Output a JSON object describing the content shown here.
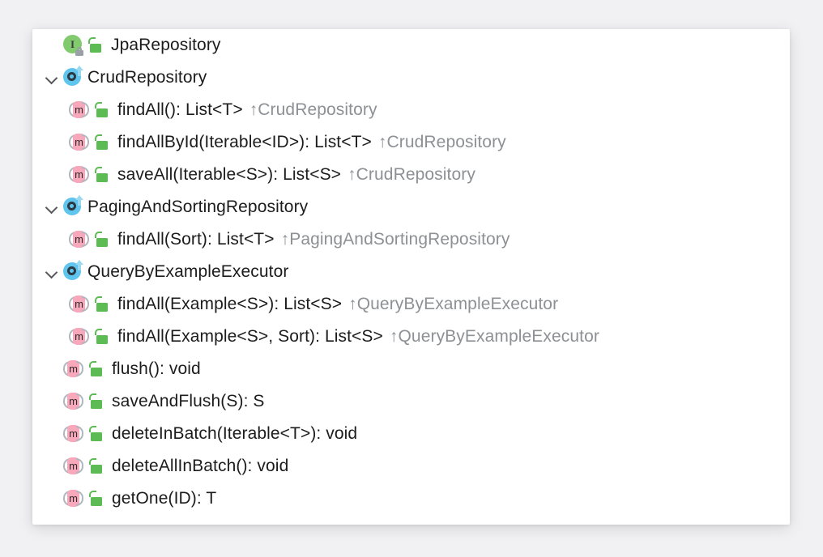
{
  "panel": {
    "name": "file-structure-popup",
    "background_color": "#ffffff",
    "page_background_color": "#f1f1f3"
  },
  "icons": {
    "interface": "interface-icon",
    "interface_glyph": "I",
    "locked_badge": "lock-icon",
    "implemented": "implemented-member-icon",
    "implemented_glyph": "o",
    "method": "method-icon",
    "method_glyph": "m",
    "public": "public-unlocked-icon",
    "chevron": "chevron-down-icon",
    "inherited_arrow": "↑"
  },
  "colors": {
    "interface_green": "#82ca6e",
    "implemented_blue": "#5fc5ee",
    "method_pink": "#f9a8bb",
    "public_green": "#5dbb54",
    "lock_gray": "#9aa0a6",
    "text": "#1c1c1c",
    "muted_text": "#8d9094"
  },
  "tree": [
    {
      "level": "lvl-root",
      "expandable": false,
      "icon": "interface",
      "modifier": "public",
      "label": "JpaRepository",
      "origin": ""
    },
    {
      "level": "lvl-group",
      "expandable": true,
      "expanded": true,
      "icon": "implemented",
      "modifier": "",
      "label": "CrudRepository",
      "origin": ""
    },
    {
      "level": "lvl-member",
      "expandable": false,
      "icon": "method",
      "modifier": "public",
      "label": "findAll(): List<T>",
      "origin": "↑CrudRepository"
    },
    {
      "level": "lvl-member",
      "expandable": false,
      "icon": "method",
      "modifier": "public",
      "label": "findAllById(Iterable<ID>): List<T>",
      "origin": "↑CrudRepository"
    },
    {
      "level": "lvl-member",
      "expandable": false,
      "icon": "method",
      "modifier": "public",
      "label": "saveAll(Iterable<S>): List<S>",
      "origin": "↑CrudRepository"
    },
    {
      "level": "lvl-group",
      "expandable": true,
      "expanded": true,
      "icon": "implemented",
      "modifier": "",
      "label": "PagingAndSortingRepository",
      "origin": ""
    },
    {
      "level": "lvl-member",
      "expandable": false,
      "icon": "method",
      "modifier": "public",
      "label": "findAll(Sort): List<T>",
      "origin": "↑PagingAndSortingRepository"
    },
    {
      "level": "lvl-group",
      "expandable": true,
      "expanded": true,
      "icon": "implemented",
      "modifier": "",
      "label": "QueryByExampleExecutor",
      "origin": ""
    },
    {
      "level": "lvl-member",
      "expandable": false,
      "icon": "method",
      "modifier": "public",
      "label": "findAll(Example<S>): List<S>",
      "origin": "↑QueryByExampleExecutor"
    },
    {
      "level": "lvl-member",
      "expandable": false,
      "icon": "method",
      "modifier": "public",
      "label": "findAll(Example<S>, Sort): List<S>",
      "origin": "↑QueryByExampleExecutor"
    },
    {
      "level": "lvl-own",
      "expandable": false,
      "icon": "method",
      "modifier": "public",
      "label": "flush(): void",
      "origin": ""
    },
    {
      "level": "lvl-own",
      "expandable": false,
      "icon": "method",
      "modifier": "public",
      "label": "saveAndFlush(S): S",
      "origin": ""
    },
    {
      "level": "lvl-own",
      "expandable": false,
      "icon": "method",
      "modifier": "public",
      "label": "deleteInBatch(Iterable<T>): void",
      "origin": ""
    },
    {
      "level": "lvl-own",
      "expandable": false,
      "icon": "method",
      "modifier": "public",
      "label": "deleteAllInBatch(): void",
      "origin": ""
    },
    {
      "level": "lvl-own",
      "expandable": false,
      "icon": "method",
      "modifier": "public",
      "label": "getOne(ID): T",
      "origin": ""
    }
  ]
}
